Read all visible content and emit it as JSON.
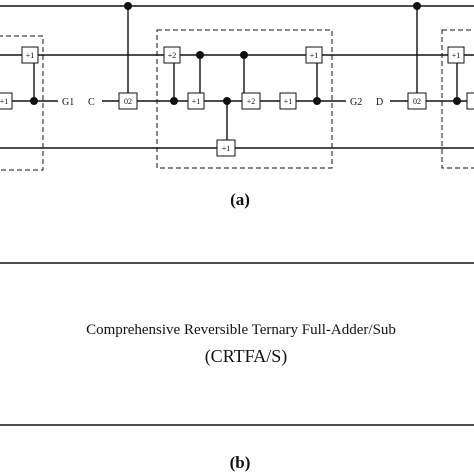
{
  "figure_a": {
    "caption": "(a)",
    "gate_labels": {
      "plus1": "+1",
      "plus2": "+2",
      "o2": "02"
    },
    "inputs": [
      "C",
      "D"
    ],
    "outputs": [
      "G1",
      "G2"
    ]
  },
  "figure_b": {
    "caption": "(b)",
    "block_title": "Comprehensive Reversible Ternary Full-Adder/Sub",
    "block_subtitle": "(CRTFA/S)"
  }
}
